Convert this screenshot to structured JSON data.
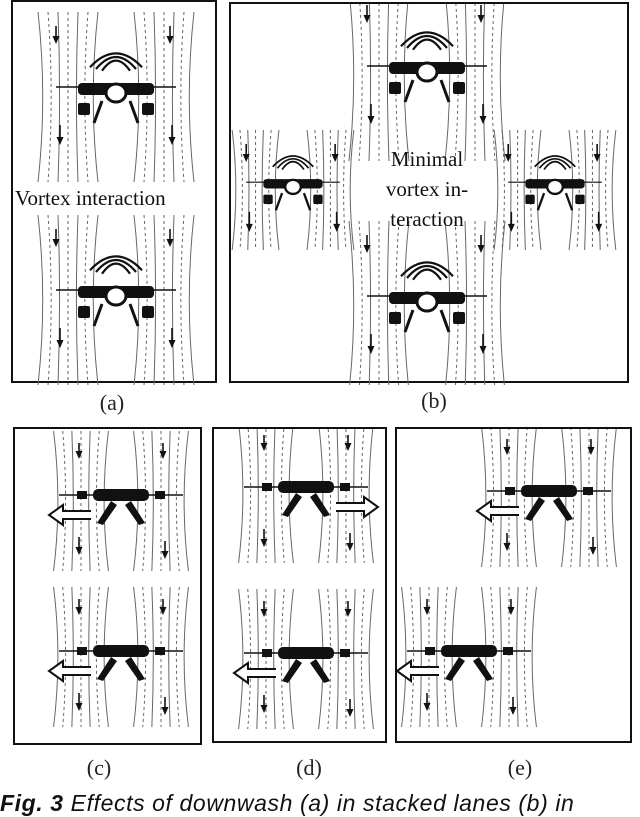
{
  "panels": {
    "a": {
      "label": "(a)",
      "text": "Vortex interaction"
    },
    "b": {
      "label": "(b)",
      "text_lines": [
        "Minimal",
        "vortex in-",
        "teraction"
      ]
    },
    "c": {
      "label": "(c)"
    },
    "d": {
      "label": "(d)"
    },
    "e": {
      "label": "(e)"
    }
  },
  "caption": {
    "fig_label": "Fig. 3",
    "text": "Effects of downwash (a) in stacked lanes (b) in"
  },
  "colors": {
    "ink": "#111111",
    "flow": "#666666"
  }
}
